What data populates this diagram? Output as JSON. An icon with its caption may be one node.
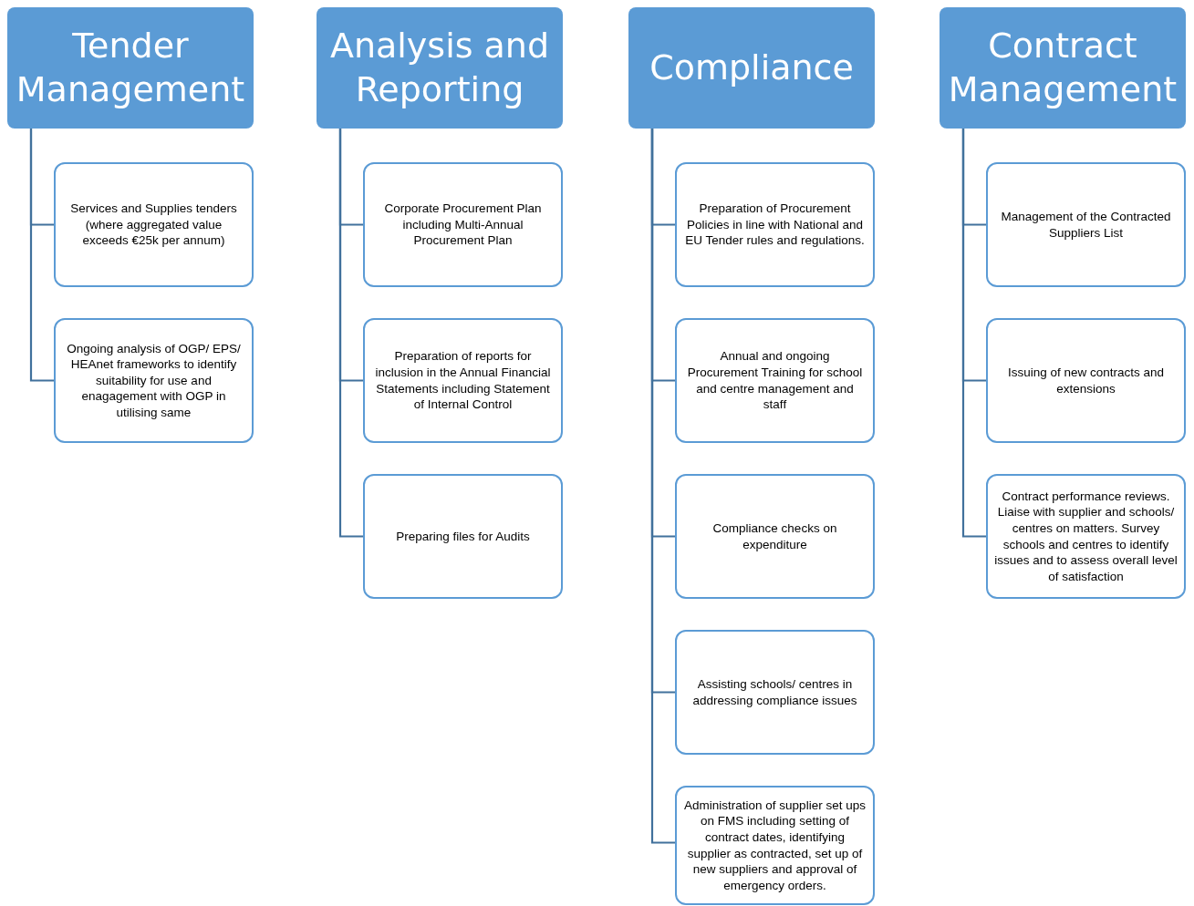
{
  "diagram": {
    "nodes": [
      {
        "text": [
          "Tender Management"
        ]
      },
      {
        "text": [
          "Services and Supplies tenders (where aggregated value exceeds €25k per annum)"
        ]
      },
      {
        "text": [
          "Ongoing analysis of OGP/ EPS/ HEAnet frameworks to identify suitability for use and enagagement with OGP in utilising same"
        ]
      },
      {
        "text": [
          "Analysis and Reporting"
        ]
      },
      {
        "text": [
          "Corporate Procurement Plan including Multi-Annual Procurement Plan"
        ]
      },
      {
        "text": [
          "Preparation of reports for inclusion in the Annual Financial Statements including Statement of Internal Control"
        ]
      },
      {
        "text": [
          "Preparing files for Audits"
        ]
      },
      {
        "text": [
          "Compliance"
        ]
      },
      {
        "text": [
          "Preparation of Procurement Policies in line with National and EU Tender rules and regulations."
        ]
      },
      {
        "text": [
          "Annual and ongoing Procurement Training for school and centre management and staff"
        ]
      },
      {
        "text": [
          "Compliance checks on expenditure"
        ]
      },
      {
        "text": [
          "Assisting schools/ centres in addressing compliance issues"
        ]
      },
      {
        "text": [
          "Administration of supplier set ups on FMS including setting of contract dates, identifying supplier as contracted, set up of new suppliers and approval of emergency orders."
        ]
      },
      {
        "text": [
          "Contract Management"
        ]
      },
      {
        "text": [
          "Management of the Contracted Suppliers List"
        ]
      },
      {
        "text": [
          "Issuing of new contracts and extensions"
        ]
      },
      {
        "text": [
          "Contract performance reviews. Liaise with supplier and schools/ centres on matters. Survey schools and centres to identify issues and to assess overall level of satisfaction"
        ]
      }
    ],
    "edges": [
      {
        "from": 0,
        "to": 1,
        "arrow": "none"
      },
      {
        "from": 0,
        "to": 2,
        "arrow": "none"
      },
      {
        "from": 3,
        "to": 4,
        "arrow": "none"
      },
      {
        "from": 3,
        "to": 5,
        "arrow": "none"
      },
      {
        "from": 3,
        "to": 6,
        "arrow": "none"
      },
      {
        "from": 7,
        "to": 8,
        "arrow": "none"
      },
      {
        "from": 7,
        "to": 9,
        "arrow": "none"
      },
      {
        "from": 7,
        "to": 10,
        "arrow": "none"
      },
      {
        "from": 7,
        "to": 11,
        "arrow": "none"
      },
      {
        "from": 7,
        "to": 12,
        "arrow": "none"
      },
      {
        "from": 13,
        "to": 14,
        "arrow": "none"
      },
      {
        "from": 13,
        "to": 15,
        "arrow": "none"
      },
      {
        "from": 13,
        "to": 16,
        "arrow": "none"
      }
    ]
  }
}
